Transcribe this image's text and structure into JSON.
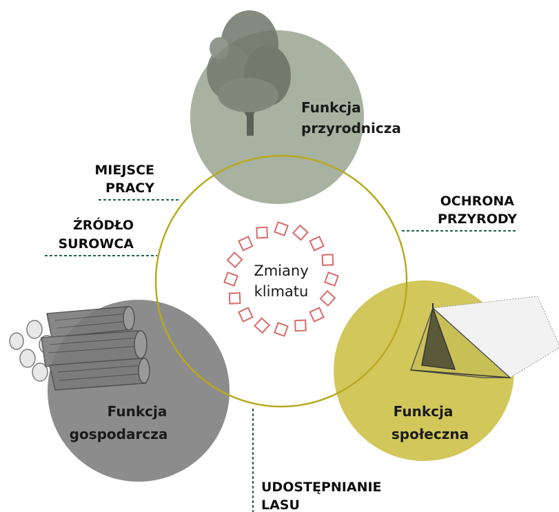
{
  "center": {
    "line1": "Zmiany",
    "line2": "klimatu",
    "ring_color": "#b8a91f",
    "badge_color": "#d96a6a"
  },
  "circles": {
    "nature": {
      "line1": "Funkcja",
      "line2": "przyrodnicza",
      "color": "#a7b2a0",
      "icon": "tree-icon"
    },
    "economic": {
      "line1": "Funkcja",
      "line2": "gospodarcza",
      "color": "#8c8c8c",
      "icon": "firewood-logs-icon"
    },
    "social": {
      "line1": "Funkcja",
      "line2": "społeczna",
      "color": "#d2c75a",
      "icon": "tent-icon"
    }
  },
  "labels": {
    "workplace": {
      "line1": "MIEJSCE",
      "line2": "PRACY"
    },
    "raw_material": {
      "line1": "ŹRÓDŁO",
      "line2": "SUROWCA"
    },
    "protection": {
      "line1": "OCHRONA",
      "line2": "PRZYRODY"
    },
    "access": {
      "line1": "UDOSTĘPNIANIE",
      "line2": "LASU"
    }
  },
  "dash_color": "#1f5f4a"
}
